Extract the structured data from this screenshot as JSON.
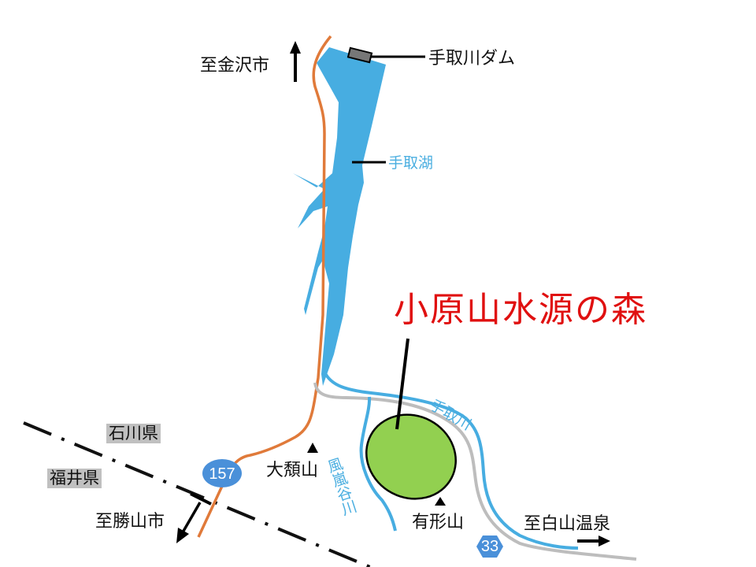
{
  "title": "小原山水源の森",
  "colors": {
    "lake": "#47ade1",
    "river": "#47ade1",
    "national_road": "#e07a3a",
    "pref_road": "#bdbdbd",
    "forest_fill": "#92d050",
    "title": "#e01010",
    "route_badge": "#4a90d9",
    "boundary": "#111111"
  },
  "labels": {
    "to_kanazawa": "至金沢市",
    "dam": "手取川ダム",
    "lake": "手取湖",
    "river_tedori": "手取川",
    "river_kazarashi": "風嵐谷川",
    "ishikawa": "石川県",
    "fukui": "福井県",
    "mt_oganashi": "大頽山",
    "mt_arikata": "有形山",
    "to_katsuyama": "至勝山市",
    "to_hakusan_onsen": "至白山温泉"
  },
  "routes": {
    "national": "157",
    "prefectural": "33"
  },
  "icons": {
    "arrow_north": "arrow-up",
    "arrow_sw": "arrow-down-left",
    "arrow_east": "arrow-right",
    "peak": "triangle-up"
  }
}
